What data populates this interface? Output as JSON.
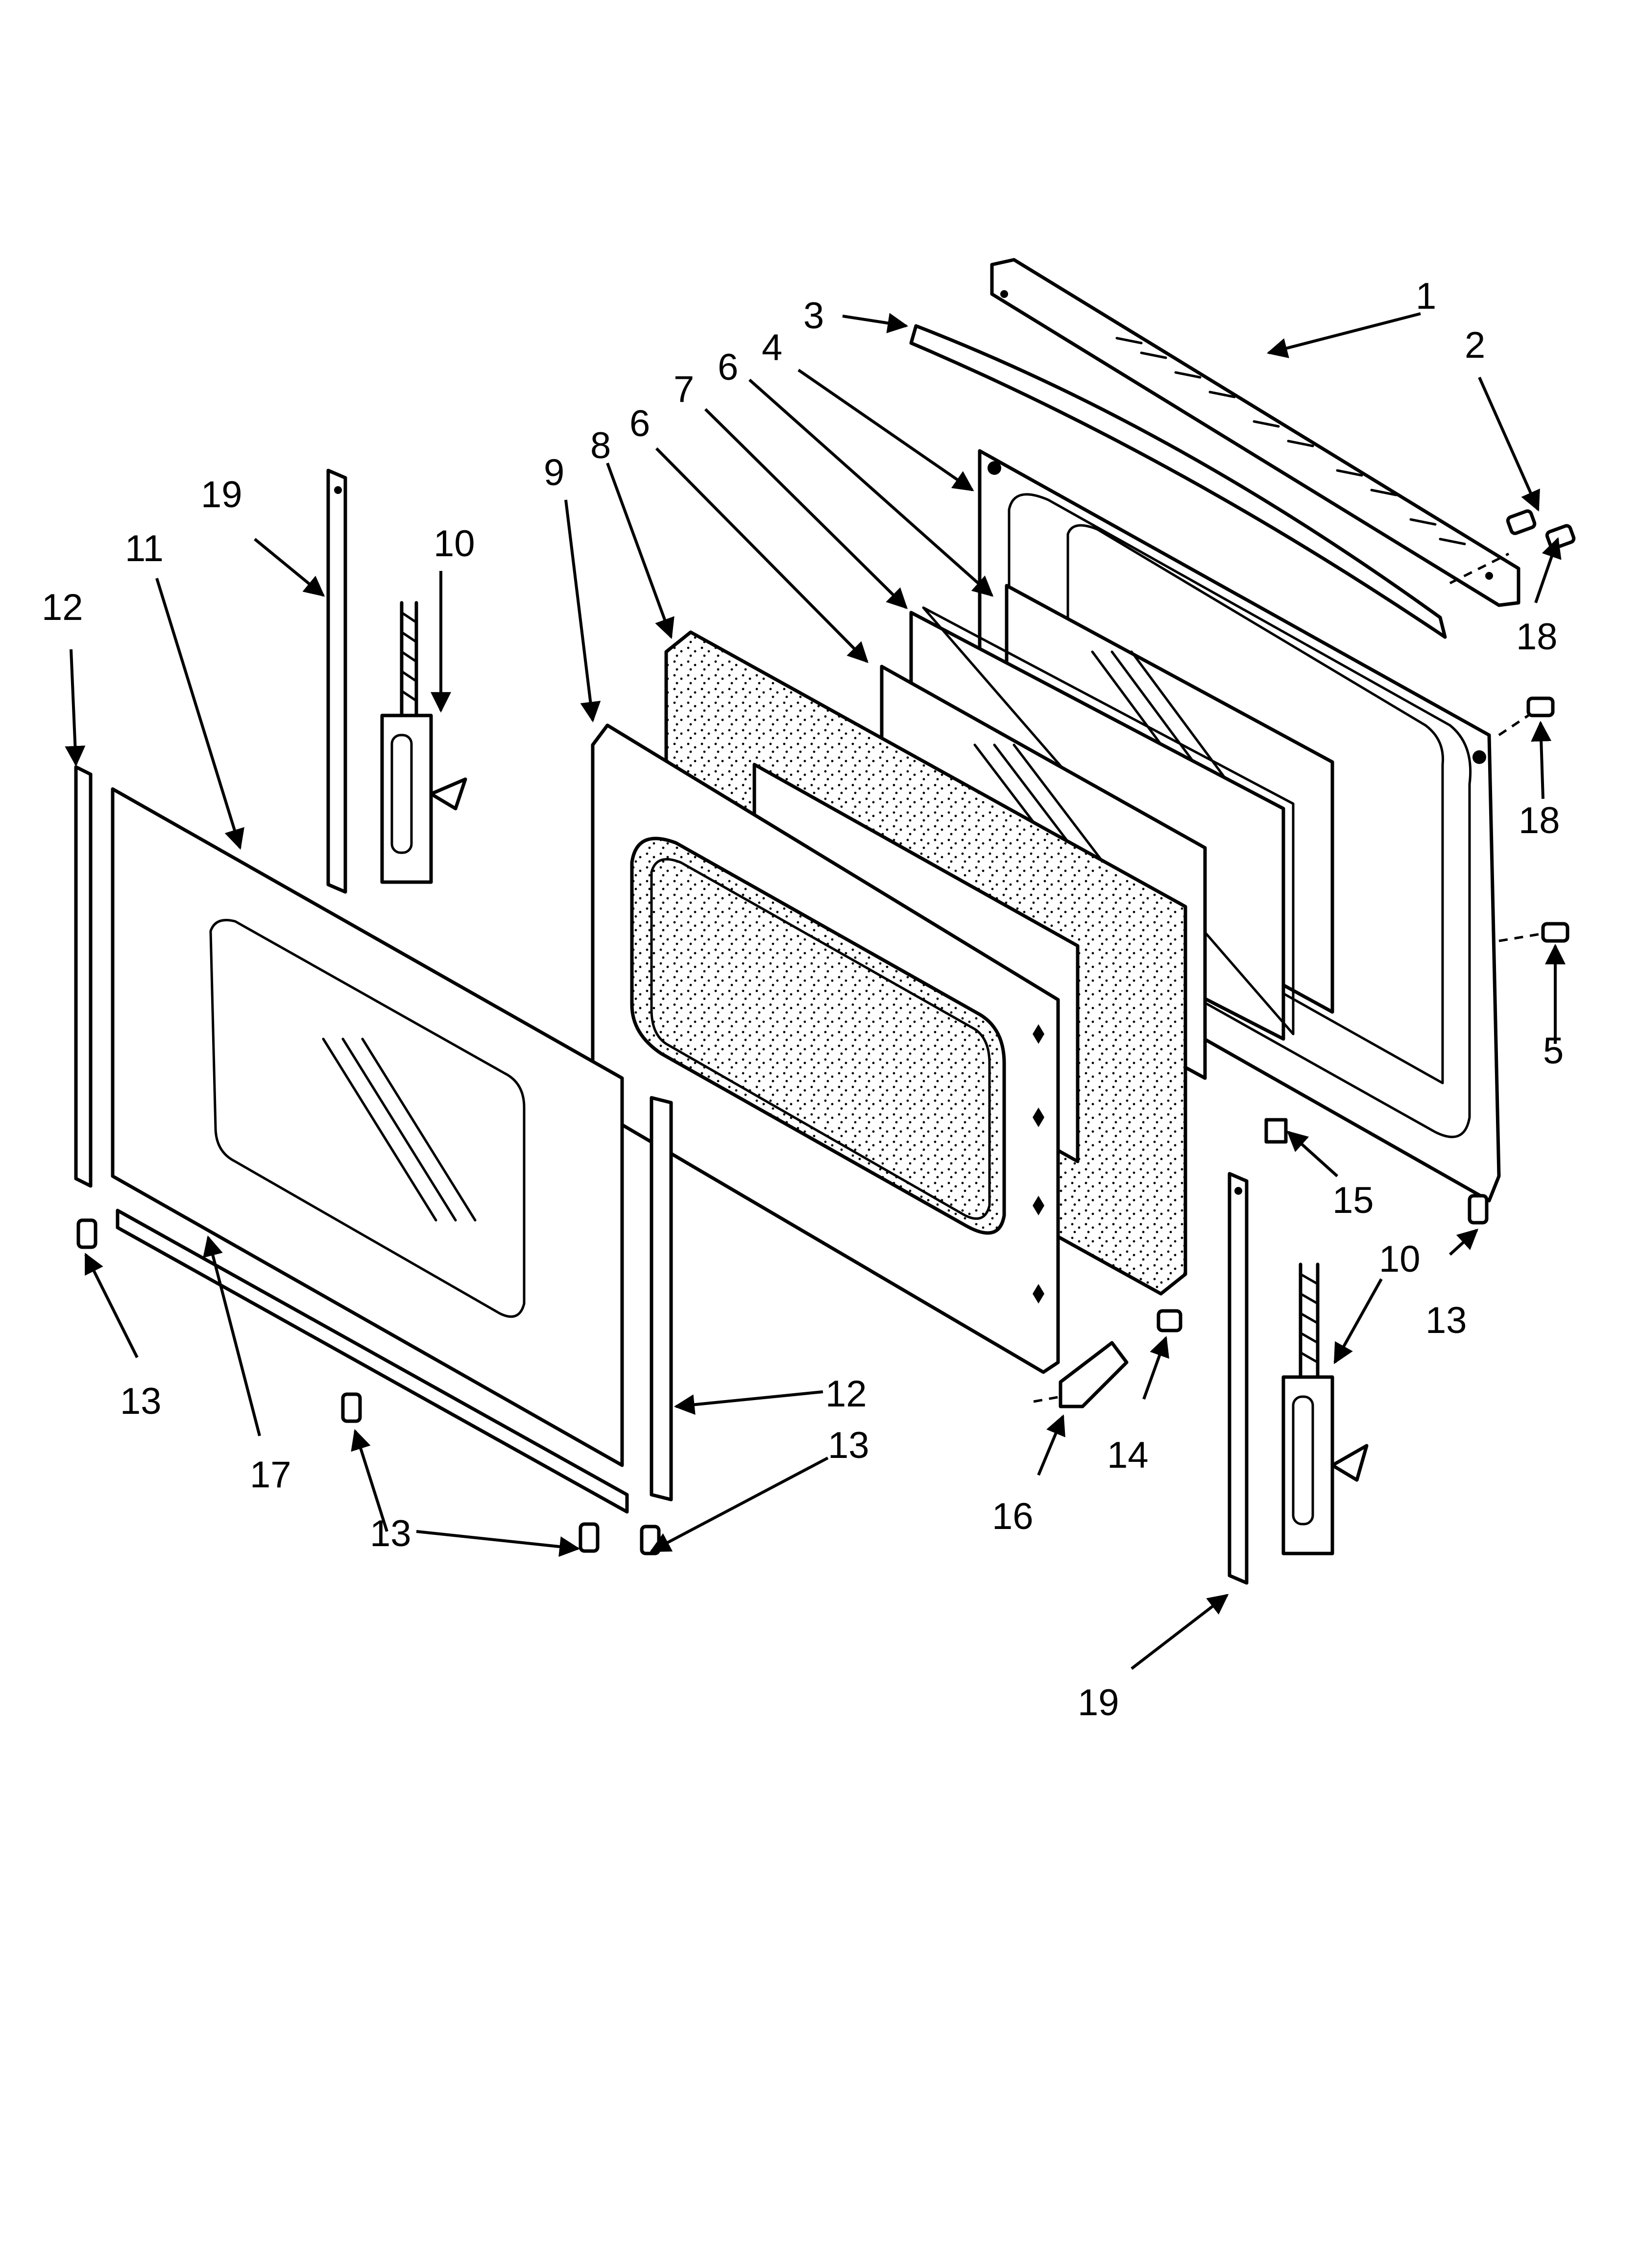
{
  "diagram": {
    "callouts": [
      {
        "id": "c1",
        "label": "1"
      },
      {
        "id": "c2",
        "label": "2"
      },
      {
        "id": "c3",
        "label": "3"
      },
      {
        "id": "c4",
        "label": "4"
      },
      {
        "id": "c5",
        "label": "5"
      },
      {
        "id": "c6a",
        "label": "6"
      },
      {
        "id": "c6b",
        "label": "6"
      },
      {
        "id": "c7",
        "label": "7"
      },
      {
        "id": "c8",
        "label": "8"
      },
      {
        "id": "c9",
        "label": "9"
      },
      {
        "id": "c10a",
        "label": "10"
      },
      {
        "id": "c10b",
        "label": "10"
      },
      {
        "id": "c11",
        "label": "11"
      },
      {
        "id": "c12a",
        "label": "12"
      },
      {
        "id": "c12b",
        "label": "12"
      },
      {
        "id": "c13a",
        "label": "13"
      },
      {
        "id": "c13b",
        "label": "13"
      },
      {
        "id": "c13c",
        "label": "13"
      },
      {
        "id": "c13d",
        "label": "13"
      },
      {
        "id": "c14",
        "label": "14"
      },
      {
        "id": "c15",
        "label": "15"
      },
      {
        "id": "c16",
        "label": "16"
      },
      {
        "id": "c17",
        "label": "17"
      },
      {
        "id": "c18a",
        "label": "18"
      },
      {
        "id": "c18b",
        "label": "18"
      },
      {
        "id": "c19a",
        "label": "19"
      },
      {
        "id": "c19b",
        "label": "19"
      }
    ]
  }
}
